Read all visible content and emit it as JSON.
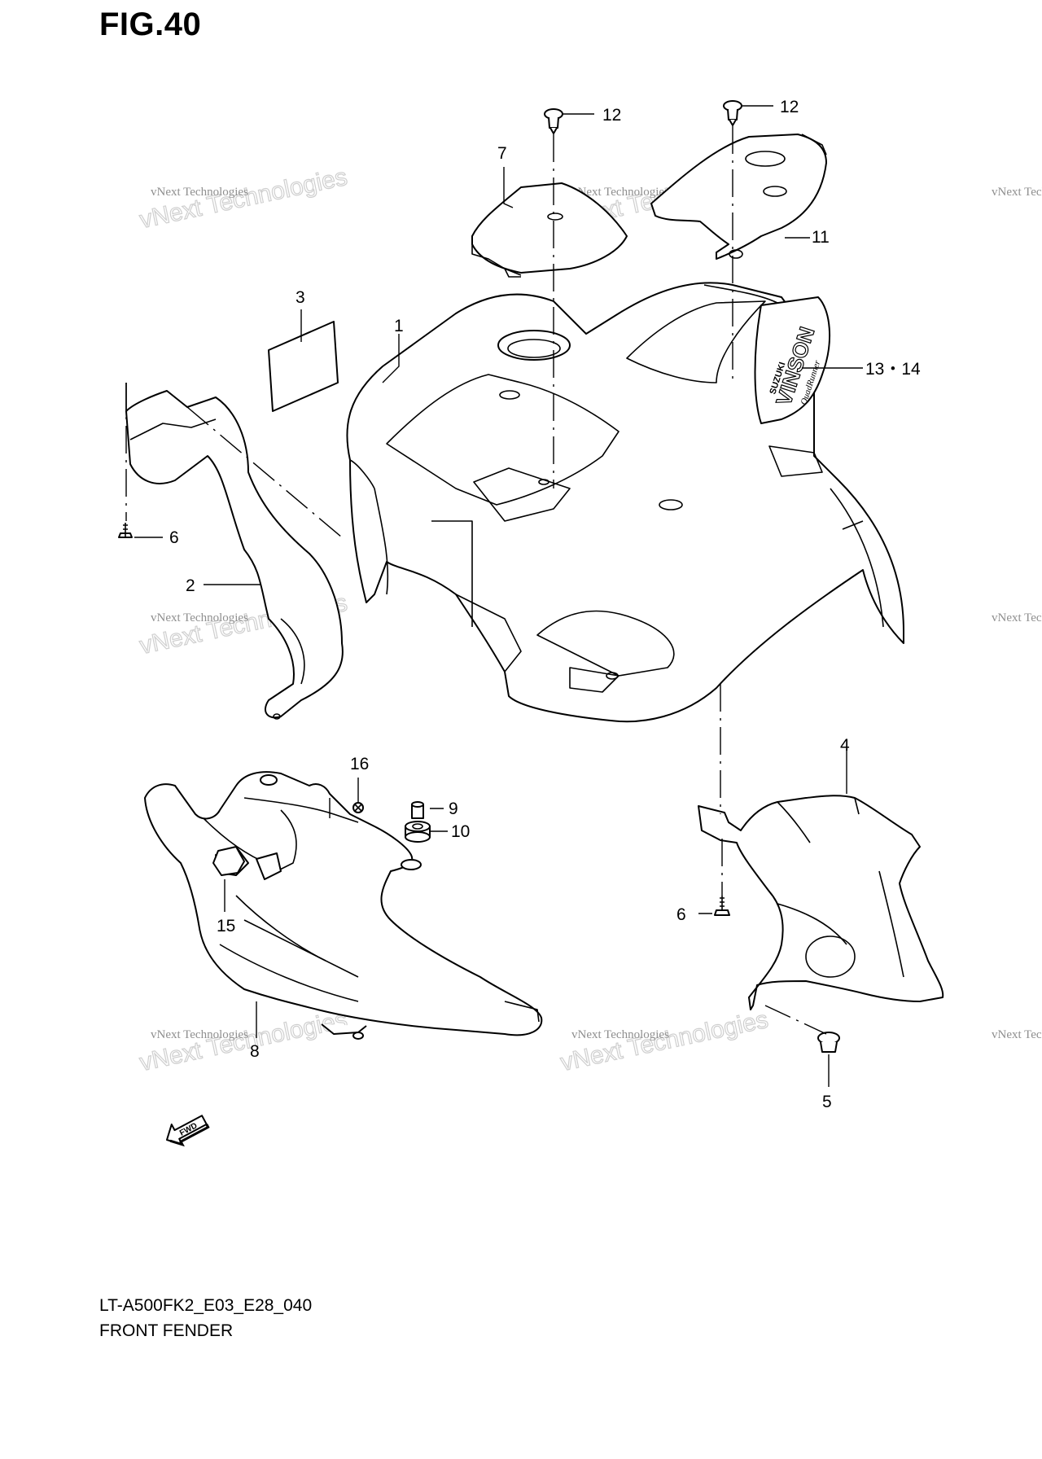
{
  "figure_title": "FIG.40",
  "model_code": "LT-A500FK2_E03_E28_040",
  "section_name": "FRONT FENDER",
  "callouts": {
    "c1": "1",
    "c2": "2",
    "c3": "3",
    "c4": "4",
    "c5": "5",
    "c6a": "6",
    "c6b": "6",
    "c7": "7",
    "c8": "8",
    "c9": "9",
    "c10": "10",
    "c11": "11",
    "c12a": "12",
    "c12b": "12",
    "c13_14": "13・14",
    "c15": "15",
    "c16": "16"
  },
  "decal_text": {
    "brand": "SUZUKI",
    "model": "VINSON",
    "sub": "QuadRunner"
  },
  "fwd_label": "FWD",
  "watermark": {
    "line1": "vNext Technologies",
    "line2": "vNext Technologies"
  }
}
